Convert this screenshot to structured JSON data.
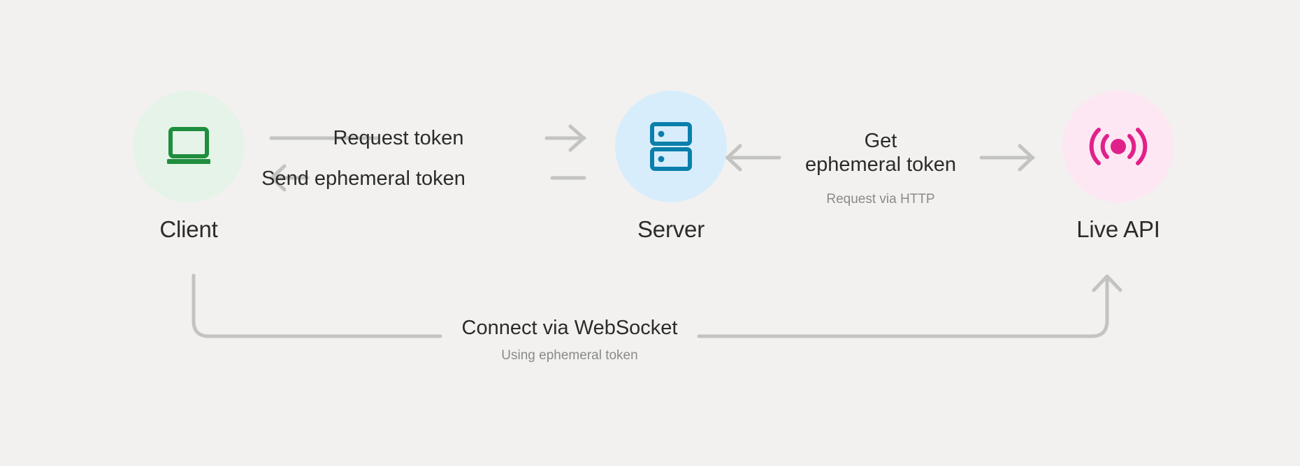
{
  "diagram": {
    "title": "Live API ephemeral token flow",
    "background_color": "#f2f1ef",
    "edge_color": "#c3c3c2",
    "text_color": "#2b2b2b",
    "subtext_color": "#8a8a8a"
  },
  "nodes": [
    {
      "id": "client",
      "label": "Client",
      "icon": "laptop-icon",
      "icon_color": "#1e8e3e",
      "circle_color": "#e5f3e8"
    },
    {
      "id": "server",
      "label": "Server",
      "icon": "server-rack-icon",
      "icon_color": "#0b7fab",
      "circle_color": "#d8edfb"
    },
    {
      "id": "liveapi",
      "label": "Live API",
      "icon": "broadcast-signal-icon",
      "icon_color": "#e0218a",
      "circle_color": "#fde7f3"
    }
  ],
  "edges": [
    {
      "id": "request-token",
      "label": "Request token",
      "sublabel": "",
      "from": "client",
      "to": "server",
      "direction": "right"
    },
    {
      "id": "send-ephemeral-token",
      "label": "Send ephemeral token",
      "sublabel": "",
      "from": "server",
      "to": "client",
      "direction": "left"
    },
    {
      "id": "get-ephemeral-token",
      "label": "Get\nephemeral token",
      "label_line1": "Get",
      "label_line2": "ephemeral token",
      "sublabel": "Request via HTTP",
      "from": "server",
      "to": "liveapi",
      "direction": "both"
    },
    {
      "id": "connect-websocket",
      "label": "Connect via WebSocket",
      "sublabel": "Using ephemeral token",
      "from": "client",
      "to": "liveapi",
      "direction": "right"
    }
  ]
}
